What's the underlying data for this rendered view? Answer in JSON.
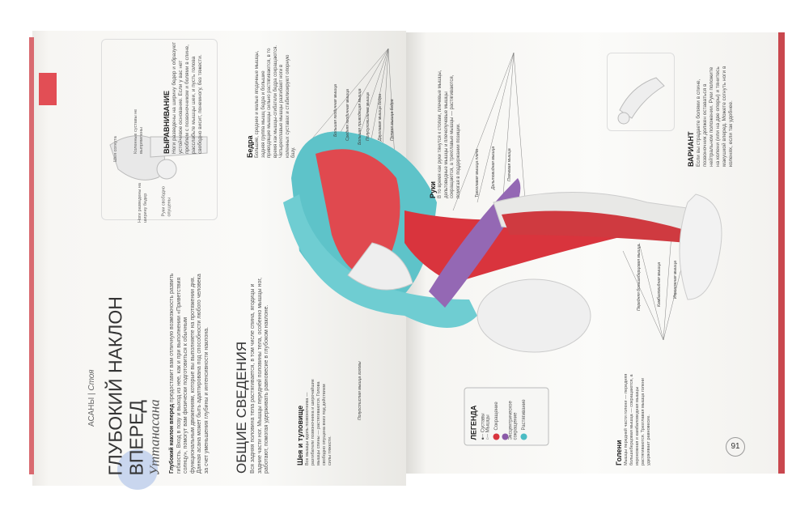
{
  "left_page": {
    "category": "АСАНЫ",
    "subcategory": "Стоя",
    "title": "ГЛУБОКИЙ НАКЛОН ВПЕРЕД",
    "subtitle": "Уттанасана",
    "intro_bold": "Глубокий наклон вперед",
    "intro": " предоставит вам отличную возможность развить гибкость. Вход в позу и выход из нее, как и при выполнении «Приветствия солнцу», помогут вам физически подготовиться к обычным функциональным движениям, которые вы выполняете на протяжении дня. Данная асана может быть адаптирована под способности любого человека за счет уменьшения глубины и интенсивности наклона.",
    "section_title": "ОБЩИЕ СВЕДЕНИЯ",
    "section_text": "Вся задняя половина тела растягивается, в том числе спина, ягодицы и задние части ног. Мышцы передней половины тела, особенно мышцы ног, работают, помогая удерживать равновесие в глубоком наклоне.",
    "alignment_title": "ВЫРАВНИВАНИЕ",
    "alignment_text": "Ноги разведены на ширину бедер и образуют устойчивое основание. Если у вас нет проблем с позвоночником и болями в спине, расслабьте мышцы шеи, и пусть голова свободно висит, понемногу, без тяжести.",
    "neck_title": "Шея и туловище",
    "neck_text": "Все мышцы вдоль позвоночника — разгибатели позвоночника и широчайшие мышцы спины — растягиваются. Голова свободно опущена вниз под действием силы тяжести.",
    "thigh_title": "Бедра",
    "thigh_text": "Большие, средние и малые ягодичные мышцы, задняя группа мышц бедра и большие приводящие мышцы сильно растягиваются, в то время как мышцы-сгибатели бедра сокращаются. Четырехглавые мышцы разгибают ноги в коленных суставах и стабилизируют опорную базу."
  },
  "right_page": {
    "arms_title": "Руки",
    "arms_text": "В то время как руки тянутся к стопам, плечевые мышцы, дельтовидные мышцы и плечелучевые мышцы сокращаются, а трехглавые мышцы — растягиваются, помогая в поддержании позиции.",
    "shins_title": "Голени",
    "shins_text": "Мышцы передней части голени — передняя большеберцовая мышца — сокращаются, а икроножная и камбаловидная мышцы растягиваются. Трехглавая мышца голени удерживает равновесие.",
    "variant_title": "ВАРИАНТ",
    "variant_text": "Если вы страдаете болями в спине, позвоночник должен оставаться в нейтральном положении. Руки положите на колени (или на две опоры) и тянитесь макушкой вперед. Можете согнуть ноги в коленях, если так удобнее.",
    "page_number": "91",
    "legend": {
      "title": "ЛЕГЕНДА",
      "items": [
        {
          "label": "Суставы",
          "color": "#555555"
        },
        {
          "label": "Мышцы",
          "color": "#999999"
        },
        {
          "label": "Сокращение",
          "color": "#d8343d"
        },
        {
          "label": "Эксцентрическое сокращение",
          "color": "#8a5aa8"
        },
        {
          "label": "Растягивание",
          "color": "#4bbcc4"
        }
      ]
    }
  },
  "muscle_labels": [
    "Большая ягодичная мышца",
    "Средняя ягодичная мышца",
    "Большая приводящая мышца",
    "Полусухожильная мышца",
    "Двуглавая мышца бедра",
    "Прямая мышца бедра",
    "Трехглавая мышца плеча",
    "Дельтовидная мышца",
    "Плечевая мышца",
    "Передняя большеберцовая мышца",
    "Камбаловидная мышца",
    "Икроножная мышца",
    "Полуостистая мышца головы"
  ],
  "sketch_labels": [
    "Шея согнута",
    "Коленные суставы не выпрямлены",
    "Ноги разведены на ширину бедер",
    "Руки свободно опущены"
  ],
  "colors": {
    "stretch": "#4bbcc4",
    "contract": "#d8343d",
    "eccentric": "#8a5aa8",
    "edge": "#c9474e"
  }
}
